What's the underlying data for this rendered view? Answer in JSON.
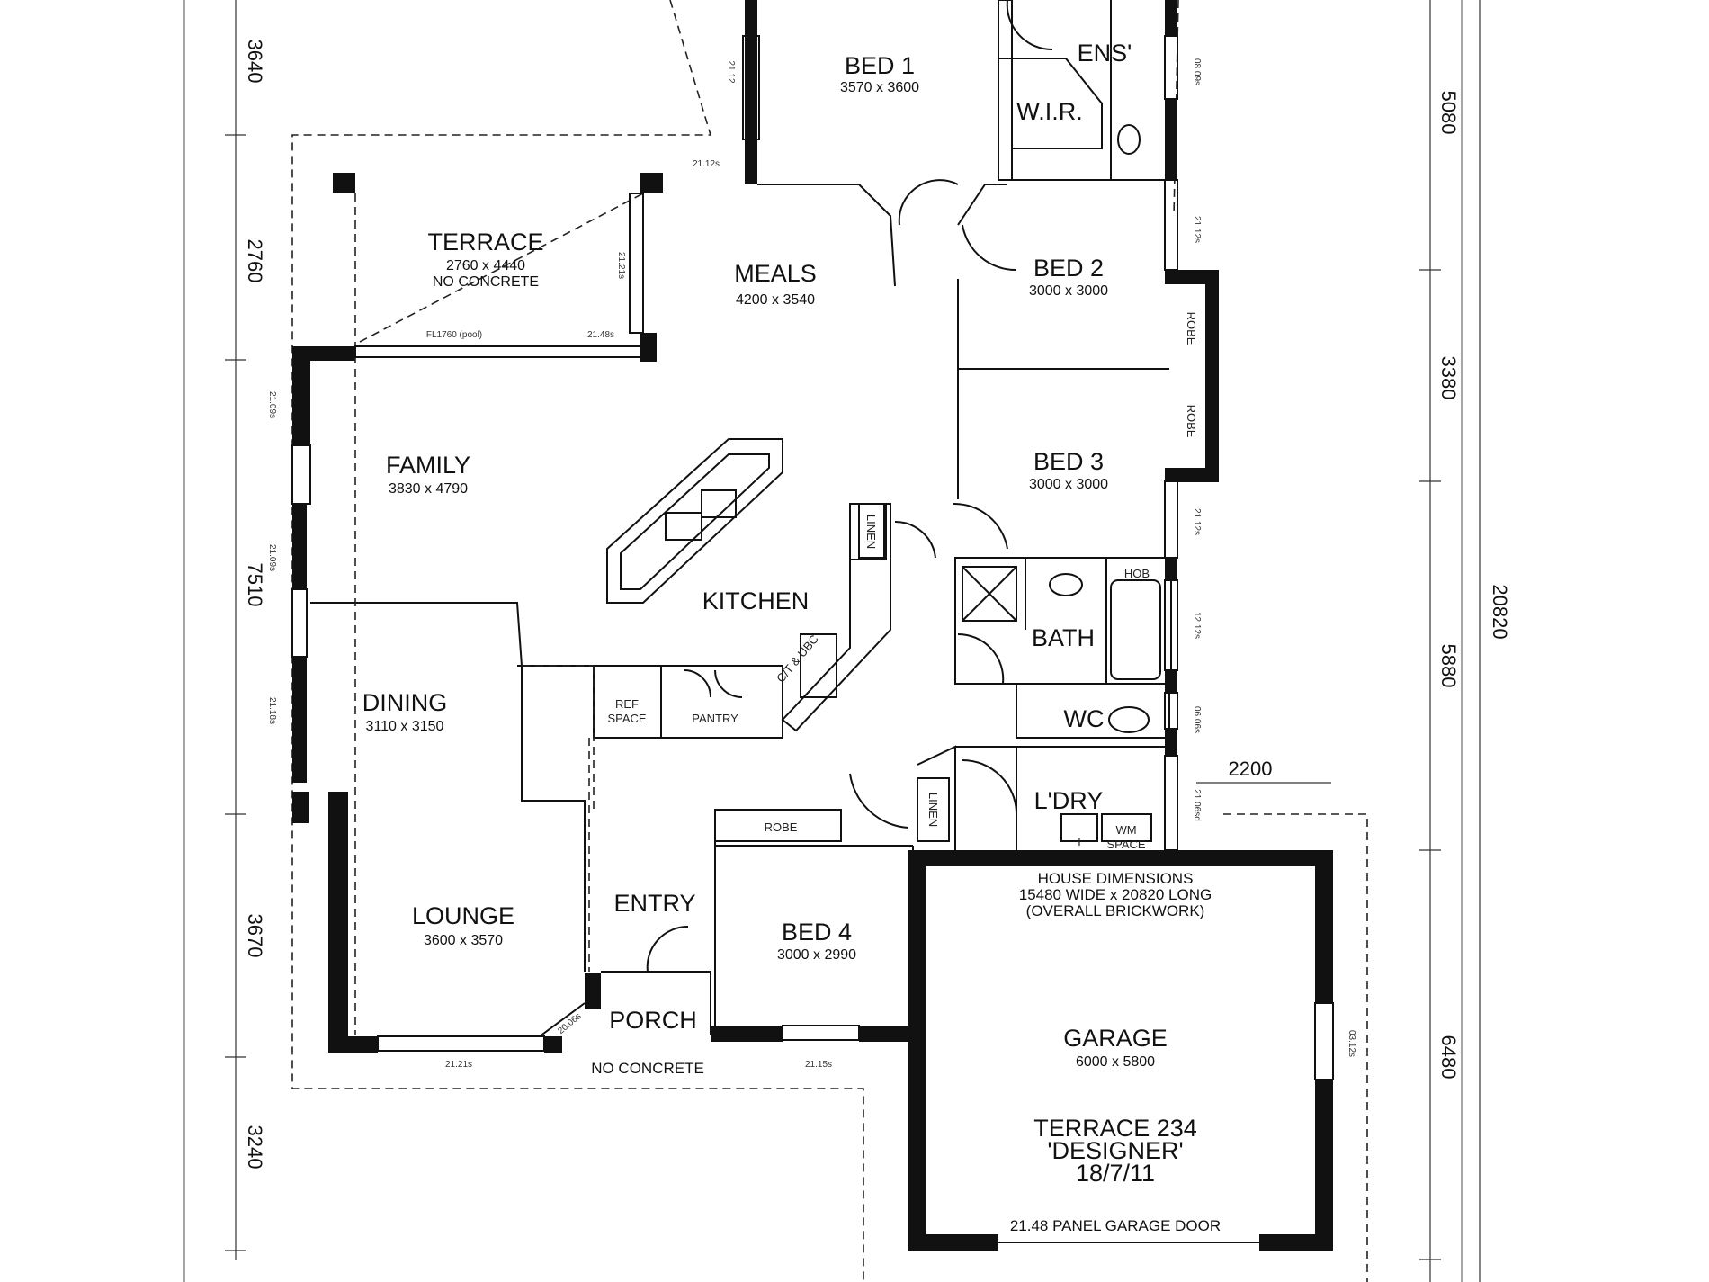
{
  "rooms": {
    "bed1": {
      "name": "BED 1",
      "dims": "3570 x 3600"
    },
    "ens": {
      "name": "ENS'"
    },
    "wir": {
      "name": "W.I.R."
    },
    "terrace": {
      "name": "TERRACE",
      "dims": "2760 x 4440",
      "note": "NO CONCRETE"
    },
    "meals": {
      "name": "MEALS",
      "dims": "4200 x 3540"
    },
    "bed2": {
      "name": "BED 2",
      "dims": "3000 x 3000"
    },
    "bed3": {
      "name": "BED 3",
      "dims": "3000 x 3000"
    },
    "family": {
      "name": "FAMILY",
      "dims": "3830 x 4790"
    },
    "kitchen": {
      "name": "KITCHEN"
    },
    "dining": {
      "name": "DINING",
      "dims": "3110 x 3150"
    },
    "bath": {
      "name": "BATH"
    },
    "wc": {
      "name": "WC"
    },
    "ldry": {
      "name": "L'DRY"
    },
    "lounge": {
      "name": "LOUNGE",
      "dims": "3600 x 3570"
    },
    "entry": {
      "name": "ENTRY"
    },
    "bed4": {
      "name": "BED 4",
      "dims": "3000 x 2990"
    },
    "porch": {
      "name": "PORCH"
    },
    "garage": {
      "name": "GARAGE",
      "dims": "6000 x 5800"
    }
  },
  "fixtures": {
    "robe": "ROBE",
    "linen": "LINEN",
    "pantry": "PANTRY",
    "ref_space_1": "REF",
    "ref_space_2": "SPACE",
    "hob": "HOB",
    "ct_ubc": "C/T & UBC",
    "wm_space_1": "WM",
    "wm_space_2": "SPACE",
    "trough": "T"
  },
  "notes": {
    "house_dims_1": "HOUSE DIMENSIONS",
    "house_dims_2": "15480 WIDE x 20820 LONG",
    "house_dims_3": "(OVERALL BRICKWORK)",
    "design_1": "TERRACE 234",
    "design_2": "'DESIGNER'",
    "design_3": "18/7/11",
    "garage_door": "21.48 PANEL GARAGE DOOR",
    "no_concrete": "NO CONCRETE",
    "side_2200": "2200"
  },
  "dimensions": {
    "left": [
      "3640",
      "2760",
      "7510",
      "3670",
      "3240"
    ],
    "right": [
      "5080",
      "3380",
      "5880",
      "6480"
    ],
    "overall": "20820"
  },
  "window_labels": {
    "w_bed1": "21.12",
    "w_terrace_head": "21.12s",
    "w_terrace_side": "21.21s",
    "w_terrace_low": "21.48s",
    "w_terrace_bottom": "FL1760 (pool)",
    "w_family_1": "21.09s",
    "w_family_2": "21.09s",
    "w_dining": "21.18s",
    "w_ens": "08.09s",
    "w_bed2": "21.12s",
    "w_bed3": "21.12s",
    "w_bath": "12.12s",
    "w_wc": "06.06s",
    "w_ldry": "21.06sd",
    "w_lounge": "21.21s",
    "w_porch": "20.06s",
    "w_bed4": "21.15s",
    "w_garage": "03.12s"
  }
}
